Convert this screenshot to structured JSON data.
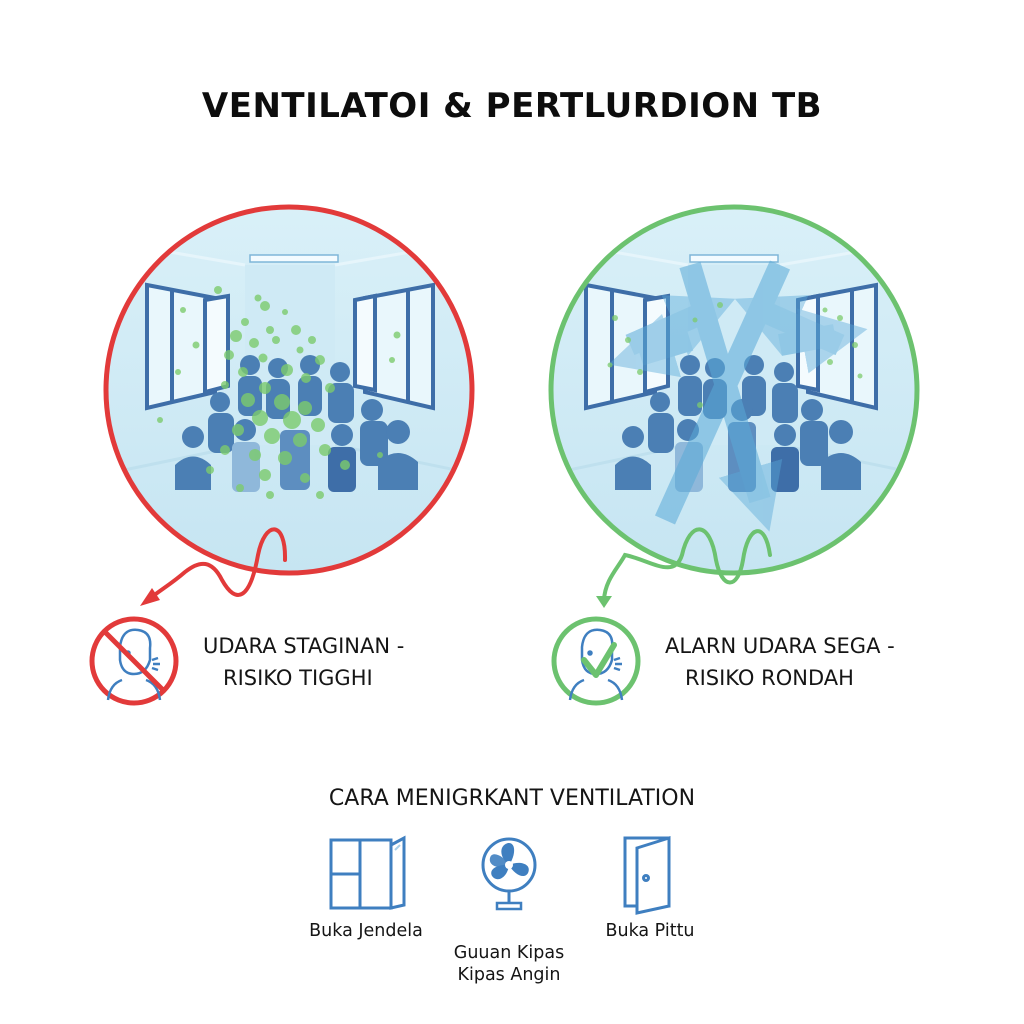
{
  "title": "VENTILATOI & PERTLURDION TB",
  "colors": {
    "bad": "#e23a3a",
    "good": "#6cc26f",
    "room_bg": "#d6eef7",
    "people": "#3e74a8",
    "icon_blue": "#3f7fc0",
    "germ": "#7ccb6d",
    "airflow": "#5aaad8"
  },
  "panels": [
    {
      "id": "stagnant",
      "status_icon": "no-symbol-icon",
      "label_line1": "UDARA STAGINAN -",
      "label_line2": "RISIKO TIGGHI"
    },
    {
      "id": "fresh",
      "status_icon": "checkmark-icon",
      "label_line1": "ALARN UDARA SEGA -",
      "label_line2": "RISIKO RONDAH"
    }
  ],
  "tips": {
    "heading": "CARA MENIGRKANT VENTILATION",
    "items": [
      {
        "icon": "open-window-icon",
        "label": "Buka Jendela"
      },
      {
        "icon": "fan-icon",
        "label": "Guuan Kipas\nKipas Angin"
      },
      {
        "icon": "open-door-icon",
        "label": "Buka Pittu"
      }
    ]
  }
}
